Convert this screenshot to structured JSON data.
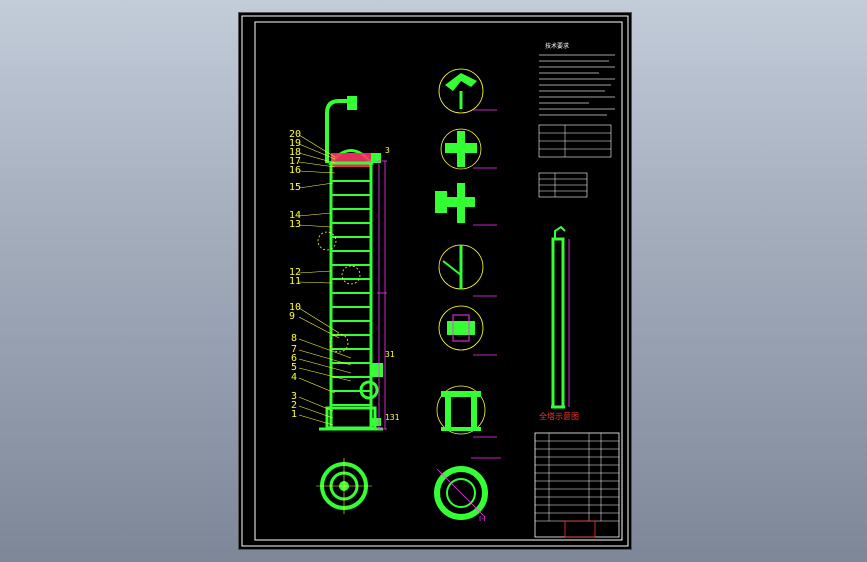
{
  "colors": {
    "background": "#000000",
    "frame": "#ffffff",
    "part": "#33ff33",
    "dimension": "#ff33ff",
    "callout": "#ffff33",
    "note": "#ffffff",
    "title_red": "#ff3333"
  },
  "main_view": {
    "callouts": [
      "20",
      "19",
      "18",
      "17",
      "16",
      "15",
      "14",
      "13",
      "12",
      "11",
      "10",
      "9",
      "8",
      "7",
      "6",
      "5",
      "4",
      "3",
      "2",
      "1"
    ]
  },
  "nozzle_labels": {
    "bottom_right": "131",
    "right_mid": "31",
    "right_top": "3"
  },
  "side_view": {
    "title": "全塔示意图"
  },
  "notes": {
    "title": "技术要求"
  },
  "bottom_view": {
    "label": "I-I"
  }
}
